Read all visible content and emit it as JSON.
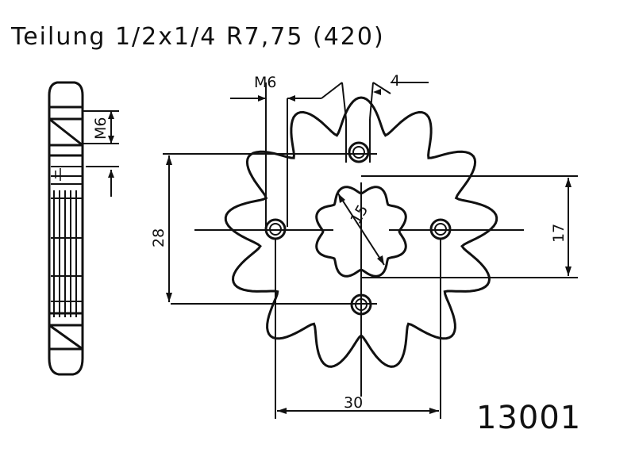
{
  "title": "Teilung 1/2x1/4 R7,75 (420)",
  "part_number": "13001",
  "dimensions": {
    "m6_top": "M6",
    "width_top": "4",
    "m6_side": "M6",
    "pcd_28": "28",
    "bore_15": "15",
    "spacing_17": "17",
    "spacing_30": "30"
  }
}
